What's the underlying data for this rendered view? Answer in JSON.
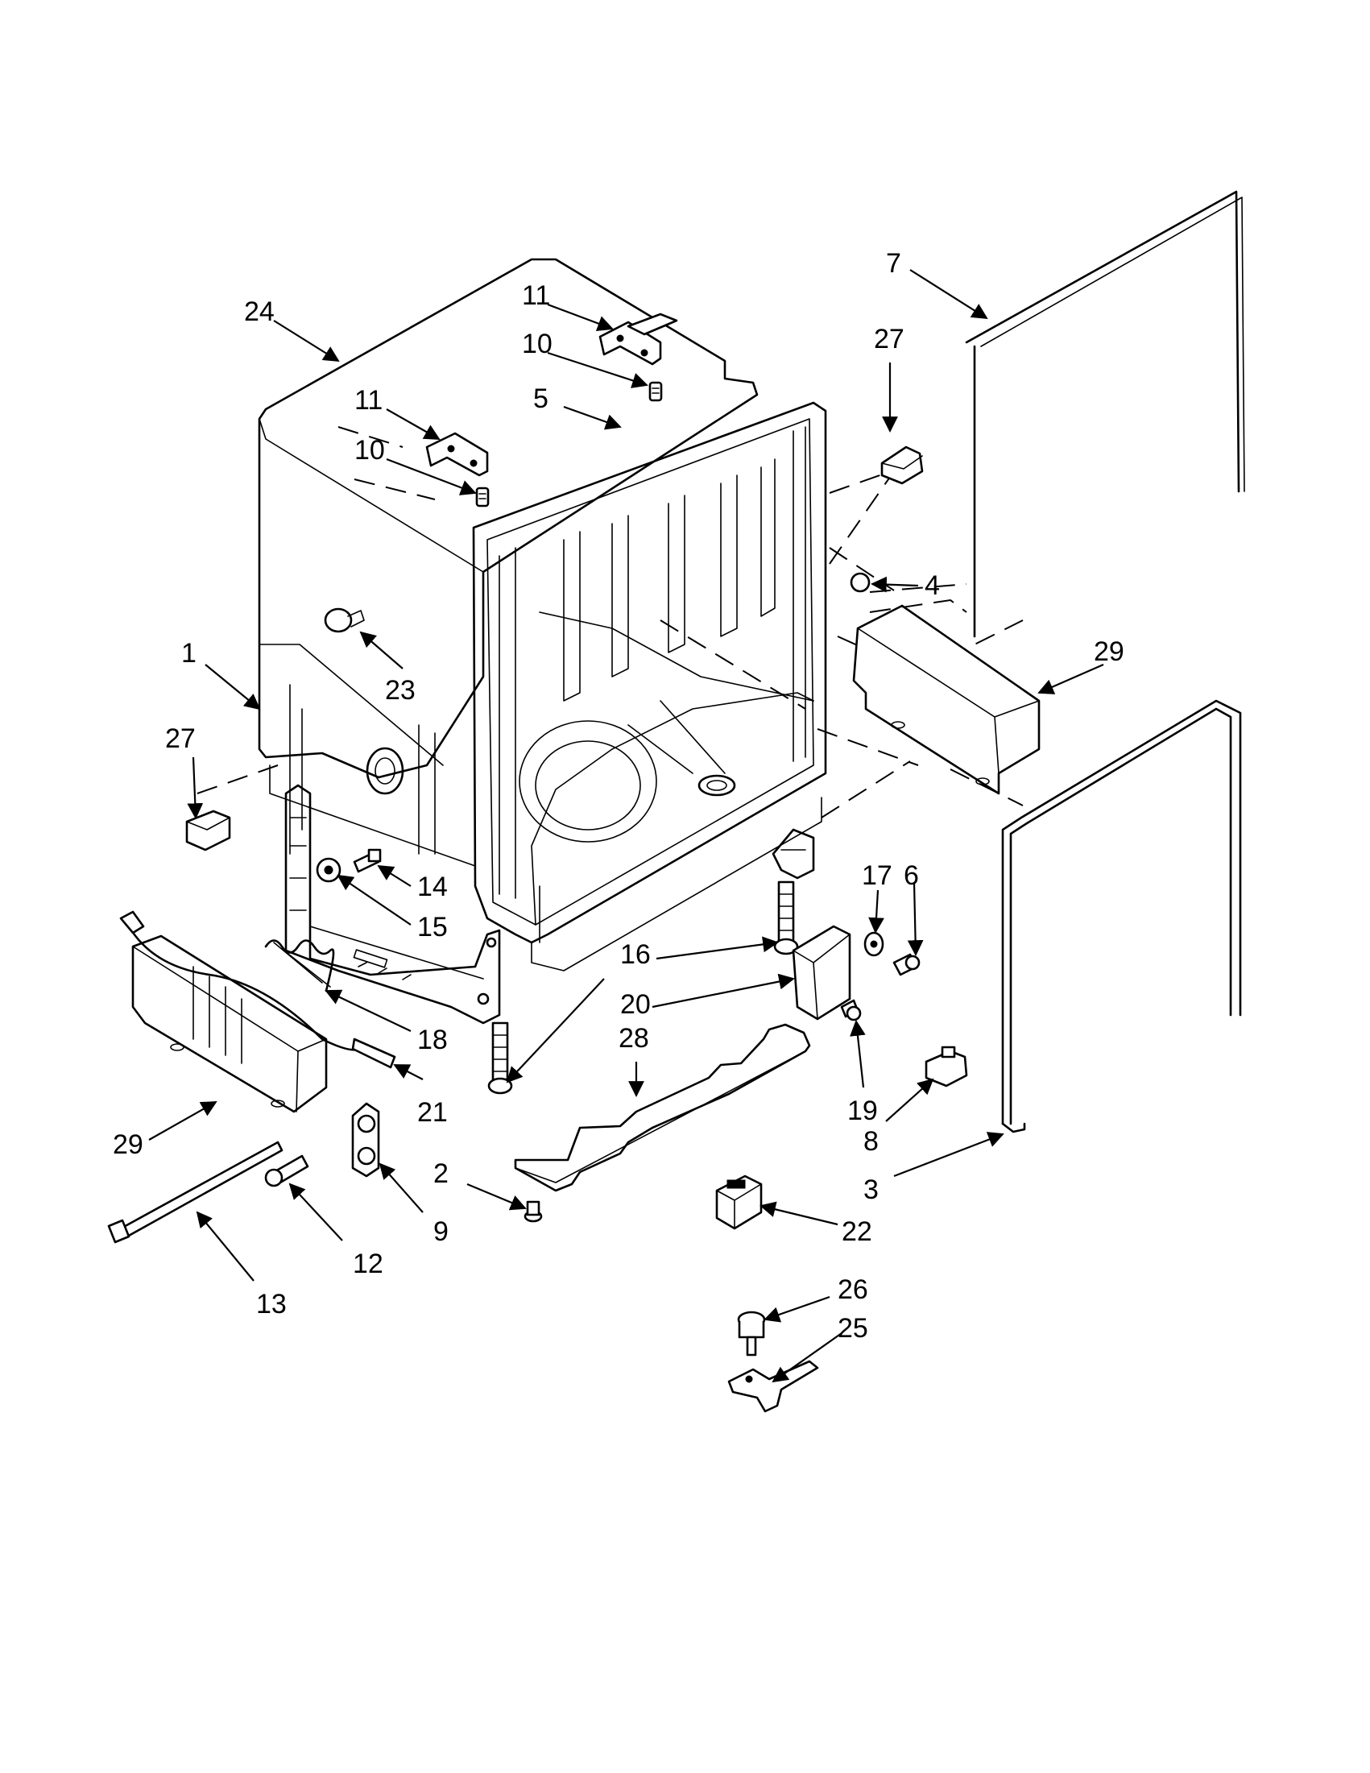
{
  "callouts": {
    "c1": "1",
    "c2": "2",
    "c3": "3",
    "c4": "4",
    "c5": "5",
    "c6": "6",
    "c7": "7",
    "c8": "8",
    "c9": "9",
    "c10a": "10",
    "c10b": "10",
    "c11a": "11",
    "c11b": "11",
    "c12": "12",
    "c13": "13",
    "c14": "14",
    "c15": "15",
    "c16": "16",
    "c17": "17",
    "c18": "18",
    "c19": "19",
    "c20": "20",
    "c21": "21",
    "c22": "22",
    "c23": "23",
    "c24": "24",
    "c25": "25",
    "c26": "26",
    "c27a": "27",
    "c27b": "27",
    "c28": "28",
    "c29a": "29",
    "c29b": "29"
  }
}
